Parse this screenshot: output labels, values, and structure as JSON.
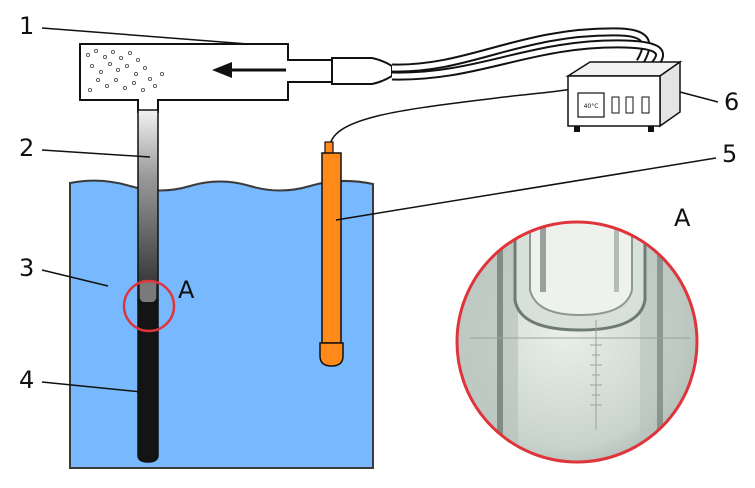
{
  "labels": {
    "one": "1",
    "two": "2",
    "three": "3",
    "four": "4",
    "five": "5",
    "six": "6",
    "detail_marker": "A",
    "zoom_marker": "A"
  },
  "device": {
    "display": "40°C"
  },
  "colors": {
    "water": "#77b8ff",
    "water_line": "#3a3a3a",
    "sensor": "#ff8a1a",
    "highlight": "#e0343b",
    "liquid": "#141414"
  }
}
